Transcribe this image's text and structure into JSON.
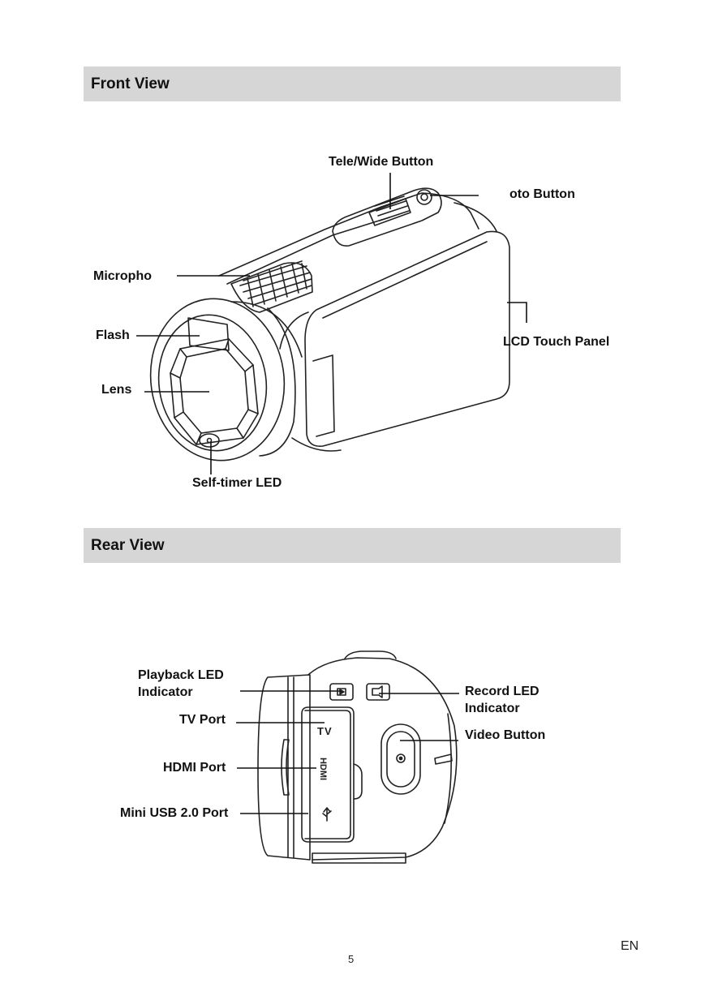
{
  "front_view": {
    "title": "Front View",
    "labels": {
      "tele_wide": "Tele/Wide Button",
      "photo": "oto Button",
      "microphone": "Micropho",
      "flash": "Flash",
      "lcd": "LCD Touch Panel",
      "lens": "Lens",
      "self_timer": "Self-timer LED"
    }
  },
  "rear_view": {
    "title": "Rear View",
    "labels": {
      "playback_led_1": "Playback LED",
      "playback_led_2": "Indicator",
      "tv_port": "TV Port",
      "hdmi_port": "HDMI Port",
      "mini_usb": "Mini USB 2.0 Port",
      "record_led_1": "Record LED",
      "record_led_2": "Indicator",
      "video_button": "Video Button"
    },
    "port_marks": {
      "tv": "TV",
      "hdmi": "HDMI"
    }
  },
  "footer": {
    "language": "EN",
    "page_number": "5"
  }
}
